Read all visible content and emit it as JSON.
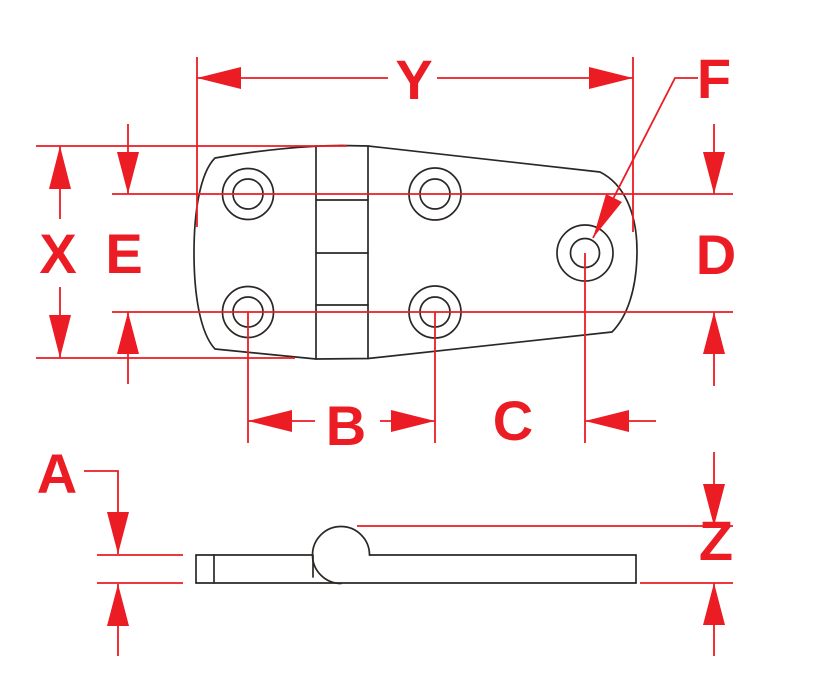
{
  "drawing": {
    "kind": "dimensioned technical drawing of a door hinge (top view and side profile)",
    "labels": {
      "Y": "Y",
      "F": "F",
      "X": "X",
      "E": "E",
      "D": "D",
      "B": "B",
      "C": "C",
      "A": "A",
      "Z": "Z"
    }
  },
  "colors": {
    "dimension": "#ec1c24",
    "outline": "#2b2725",
    "background": "#ffffff"
  }
}
